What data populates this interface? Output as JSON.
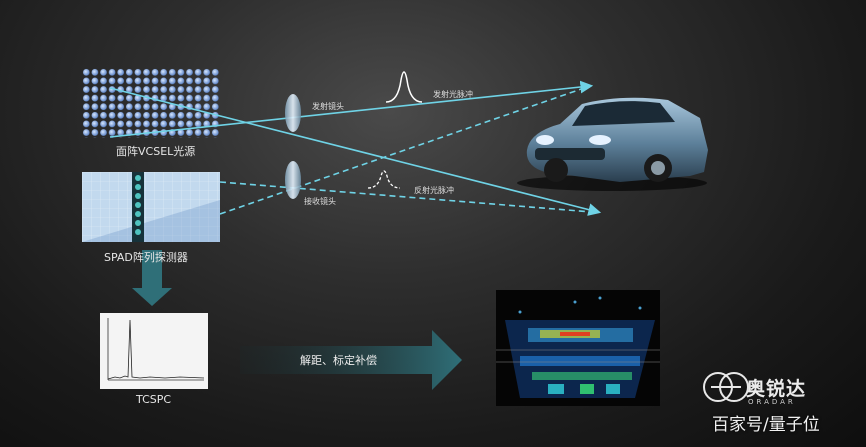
{
  "labels": {
    "vcsel": "面阵VCSEL光源",
    "spad": "SPAD阵列探测器",
    "tcspc": "TCSPC",
    "emit_lens": "发射镜头",
    "recv_lens": "接收镜头",
    "emit_pulse": "发射光脉冲",
    "return_pulse": "反射光脉冲",
    "process": "解距、标定补偿"
  },
  "brand": {
    "name": "奥锐达",
    "sub": "ORADAR",
    "logo": "oradar-logo-icon"
  },
  "watermark": "百家号/量子位",
  "colors": {
    "beam": "#6fd3e6",
    "arrow_teal": "#2f6f78",
    "dot": "#8fb2e6",
    "panel": "#bcd6f0"
  },
  "icons": [
    "emit-lens-icon",
    "recv-lens-icon",
    "car-icon",
    "pointcloud-icon",
    "tcspc-chart-icon",
    "down-arrow-icon",
    "right-arrow-icon"
  ]
}
